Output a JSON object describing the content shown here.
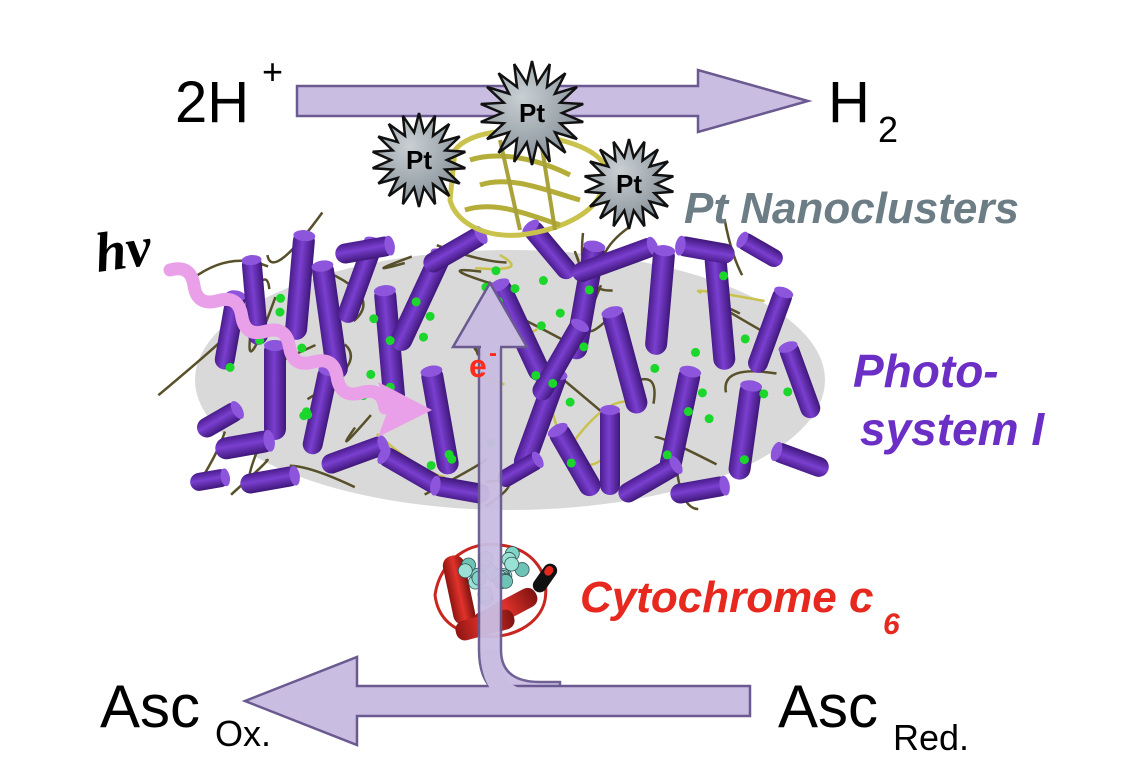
{
  "top_reaction": {
    "reactant": "2H",
    "reactant_superscript": "+",
    "product": "H",
    "product_subscript": "2"
  },
  "catalyst": {
    "cluster_label": "Pt",
    "caption": "Pt Nanoclusters"
  },
  "light": {
    "label": "hν",
    "color": "#e9a0e8"
  },
  "electron": {
    "label": "e",
    "superscript": "-",
    "color": "#ff2a1a"
  },
  "photosystem": {
    "caption_line1": "Photo-",
    "caption_line2": "system I",
    "color": "#6b2fc6"
  },
  "cytochrome": {
    "caption": "Cytochrome c",
    "caption_subscript": "6",
    "color": "#e6281e"
  },
  "bottom_reaction": {
    "product": "Asc",
    "product_subscript": "Ox.",
    "reactant": "Asc",
    "reactant_subscript": "Red."
  },
  "colors": {
    "arrow_fill": "#c9bde2",
    "arrow_stroke": "#6a5a90",
    "pt_fill": "#9aa4ab",
    "pt_caption": "#6d7d86",
    "helix": "#6a2fb5",
    "helix_dark": "#4b1d8a",
    "loops": "#57502a",
    "yellow_loops": "#c9c24c"
  }
}
